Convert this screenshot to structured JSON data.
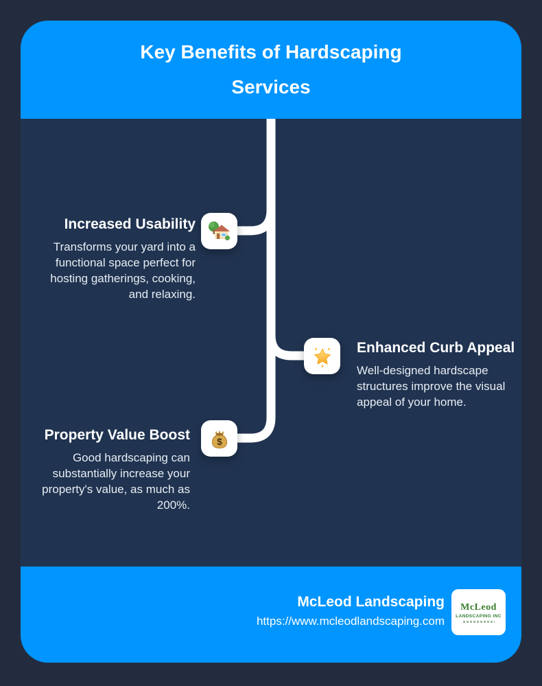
{
  "colors": {
    "accent_blue": "#0095FF",
    "panel_navy": "#203350",
    "outer_background": "#232C3E",
    "connector_white": "#FFFFFF",
    "logo_green": "#2F7D32"
  },
  "header": {
    "title": "Key Benefits of Hardscaping Services"
  },
  "items": [
    {
      "title": "Increased Usability",
      "description": "Transforms your yard into a functional space perfect for hosting gatherings, cooking, and relaxing.",
      "icon": "house-with-garden-icon",
      "side": "left"
    },
    {
      "title": "Enhanced Curb Appeal",
      "description": "Well-designed hardscape structures improve the visual appeal of your home.",
      "icon": "glowing-star-icon",
      "side": "right"
    },
    {
      "title": "Property Value Boost",
      "description": "Good hardscaping can substantially increase your property's value, as much as 200%.",
      "icon": "money-bag-icon",
      "icon_glyph": "$",
      "side": "left"
    }
  ],
  "footer": {
    "company": "McLeod Landscaping",
    "website": "https://www.mcleodlandscaping.com",
    "logo": {
      "name": "McLeod",
      "subtitle": "LANDSCAPING INC"
    }
  }
}
